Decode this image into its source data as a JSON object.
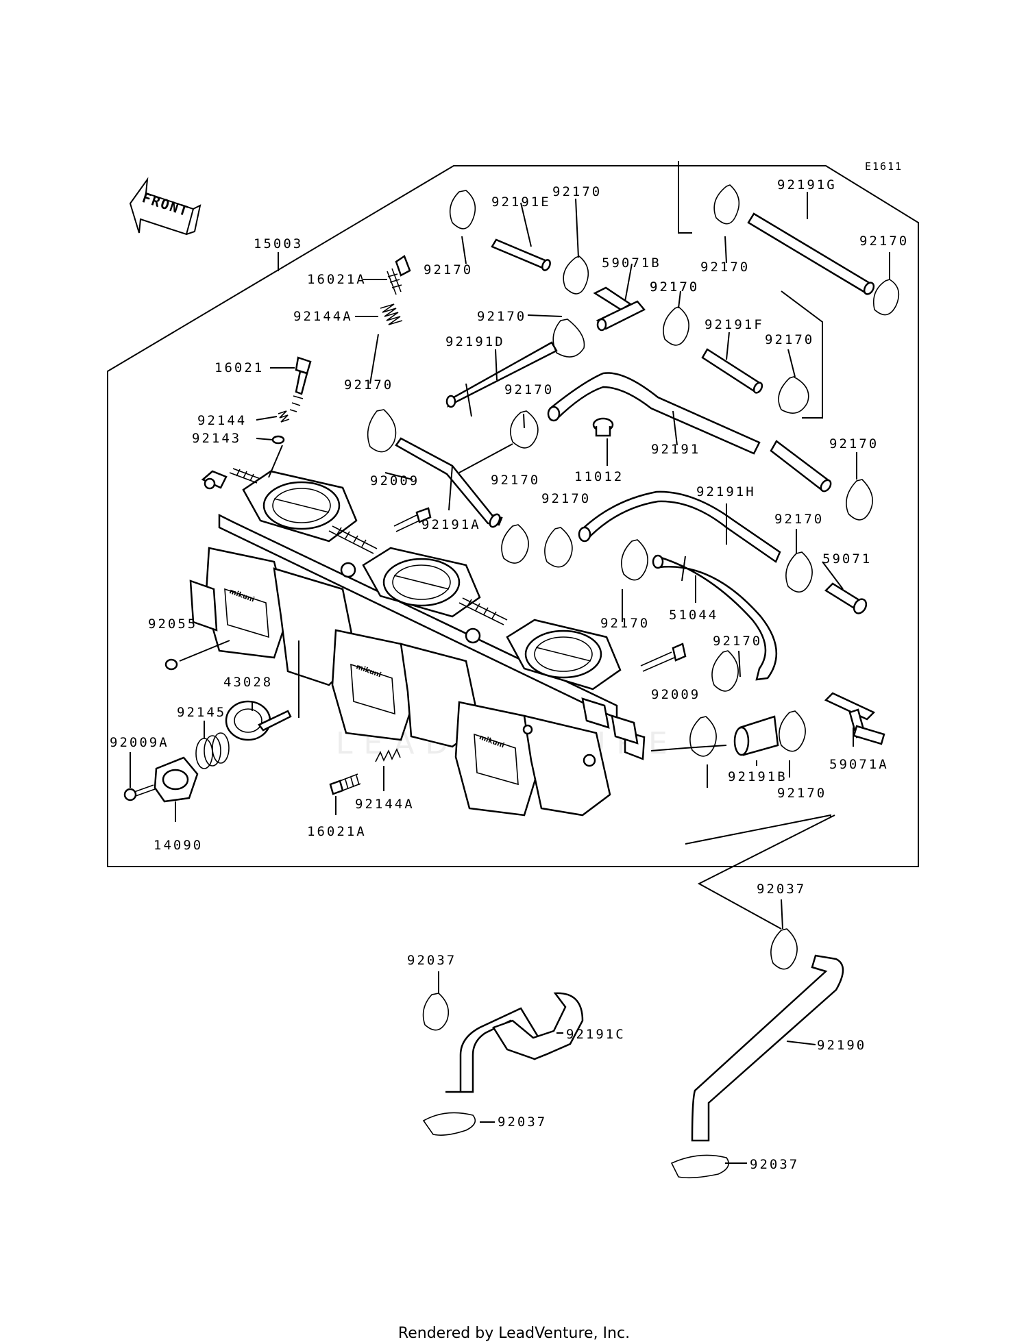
{
  "diagram": {
    "code": "E1611",
    "front_label": "FRONT",
    "watermark": "LEADVENTURE",
    "footer": "Rendered by LeadVenture, Inc."
  },
  "callouts": [
    {
      "id": "c01",
      "text": "15003"
    },
    {
      "id": "c02",
      "text": "16021A"
    },
    {
      "id": "c03",
      "text": "92144A"
    },
    {
      "id": "c04",
      "text": "16021"
    },
    {
      "id": "c05",
      "text": "92144"
    },
    {
      "id": "c06",
      "text": "92143"
    },
    {
      "id": "c07",
      "text": "92055"
    },
    {
      "id": "c08",
      "text": "43028"
    },
    {
      "id": "c09",
      "text": "92145"
    },
    {
      "id": "c10",
      "text": "92009A"
    },
    {
      "id": "c11",
      "text": "14090"
    },
    {
      "id": "c12",
      "text": "16021A"
    },
    {
      "id": "c13",
      "text": "92144A"
    },
    {
      "id": "c14",
      "text": "92009"
    },
    {
      "id": "c15",
      "text": "92191A"
    },
    {
      "id": "c16",
      "text": "92170"
    },
    {
      "id": "c17",
      "text": "92191E"
    },
    {
      "id": "c18",
      "text": "92170"
    },
    {
      "id": "c19",
      "text": "92170"
    },
    {
      "id": "c20",
      "text": "59071B"
    },
    {
      "id": "c21",
      "text": "92170"
    },
    {
      "id": "c22",
      "text": "92191D"
    },
    {
      "id": "c23",
      "text": "92170"
    },
    {
      "id": "c24",
      "text": "92170"
    },
    {
      "id": "c25",
      "text": "11012"
    },
    {
      "id": "c26",
      "text": "92170"
    },
    {
      "id": "c27",
      "text": "92170"
    },
    {
      "id": "c28",
      "text": "92170"
    },
    {
      "id": "c29",
      "text": "92191G"
    },
    {
      "id": "c30",
      "text": "92170"
    },
    {
      "id": "c31",
      "text": "92170"
    },
    {
      "id": "c32",
      "text": "92191F"
    },
    {
      "id": "c33",
      "text": "92170"
    },
    {
      "id": "c34",
      "text": "92191"
    },
    {
      "id": "c35",
      "text": "92170"
    },
    {
      "id": "c36",
      "text": "92191H"
    },
    {
      "id": "c37",
      "text": "92170"
    },
    {
      "id": "c38",
      "text": "59071"
    },
    {
      "id": "c39",
      "text": "51044"
    },
    {
      "id": "c40",
      "text": "92170"
    },
    {
      "id": "c41",
      "text": "92009"
    },
    {
      "id": "c42",
      "text": "92170"
    },
    {
      "id": "c43",
      "text": "92191B"
    },
    {
      "id": "c44",
      "text": "92170"
    },
    {
      "id": "c45",
      "text": "59071A"
    },
    {
      "id": "c46",
      "text": "92037"
    },
    {
      "id": "c47",
      "text": "92037"
    },
    {
      "id": "c48",
      "text": "92191C"
    },
    {
      "id": "c49",
      "text": "92037"
    },
    {
      "id": "c50",
      "text": "92190"
    },
    {
      "id": "c51",
      "text": "92037"
    }
  ]
}
